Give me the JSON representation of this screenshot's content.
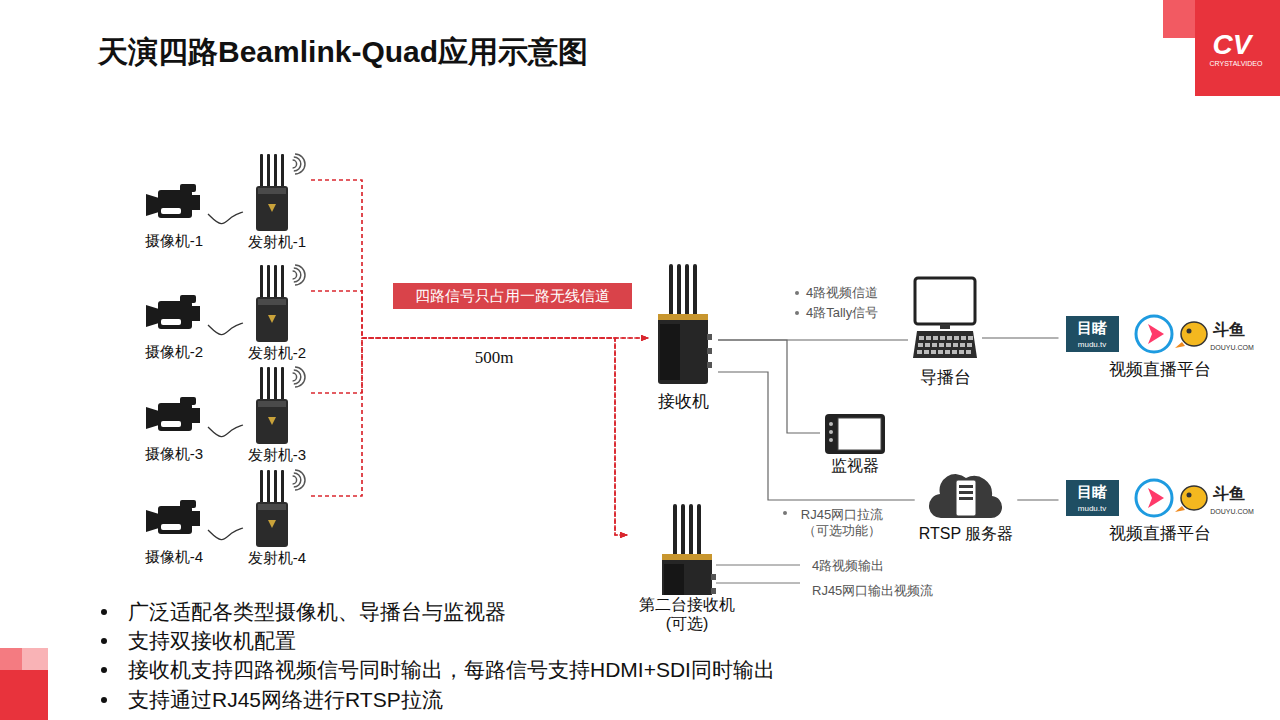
{
  "diagram": {
    "title": "天演四路Beamlink-Quad应用示意图",
    "nodes": [
      {
        "text": [
          "摄像机-1"
        ]
      },
      {
        "text": [
          "发射机-1"
        ]
      },
      {
        "text": [
          "摄像机-2"
        ]
      },
      {
        "text": [
          "发射机-2"
        ]
      },
      {
        "text": [
          "摄像机-3"
        ]
      },
      {
        "text": [
          "发射机-3"
        ]
      },
      {
        "text": [
          "摄像机-4"
        ]
      },
      {
        "text": [
          "发射机-4"
        ]
      },
      {
        "text": [
          "四路信号只占用一路无线信道"
        ]
      },
      {
        "text": [
          "接收机"
        ]
      },
      {
        "text": [
          "导播台"
        ]
      },
      {
        "text": [
          "视频直播平台"
        ]
      },
      {
        "text": [
          "监视器"
        ]
      },
      {
        "text": [
          "RTSP 服务器"
        ]
      },
      {
        "text": [
          "视频直播平台"
        ]
      },
      {
        "text": [
          "第二台接收机 (可选)"
        ]
      }
    ],
    "edges": [
      {
        "from": 0,
        "to": 1,
        "arrow": "none"
      },
      {
        "from": 2,
        "to": 3,
        "arrow": "none"
      },
      {
        "from": 4,
        "to": 5,
        "arrow": "none"
      },
      {
        "from": 6,
        "to": 7,
        "arrow": "none"
      },
      {
        "from": 1,
        "to": 9,
        "arrow": "to"
      },
      {
        "from": 3,
        "to": 9,
        "arrow": "to"
      },
      {
        "from": 5,
        "to": 9,
        "arrow": "to"
      },
      {
        "from": 7,
        "to": 9,
        "arrow": "to"
      },
      {
        "from": 1,
        "to": 15,
        "arrow": "to"
      },
      {
        "from": 3,
        "to": 15,
        "arrow": "to"
      },
      {
        "from": 5,
        "to": 15,
        "arrow": "to"
      },
      {
        "from": 7,
        "to": 15,
        "arrow": "to"
      },
      {
        "from": 9,
        "to": 10,
        "arrow": "none"
      },
      {
        "from": 9,
        "to": 12,
        "arrow": "none"
      },
      {
        "from": 9,
        "to": 13,
        "arrow": "none"
      },
      {
        "from": 10,
        "to": 11,
        "arrow": "none"
      },
      {
        "from": 13,
        "to": 14,
        "arrow": "none"
      }
    ],
    "labels": [
      "CV",
      "CRYSTALVIDEO",
      "500m",
      "4路视频信道",
      "4路Tally信号",
      "目睹",
      "mudu.tv",
      "斗鱼",
      "DOUYU.COM",
      "目睹",
      "mudu.tv",
      "斗鱼",
      "DOUYU.COM",
      "RJ45网口拉流 （可选功能）",
      "4路视频输出",
      "RJ45网口输出视频流",
      "广泛适配各类型摄像机、导播台与监视器",
      "支持双接收机配置",
      "接收机支持四路视频信号同时输出，每路信号支持HDMI+SDI同时输出",
      "支持通过RJ45网络进行RTSP拉流"
    ]
  }
}
